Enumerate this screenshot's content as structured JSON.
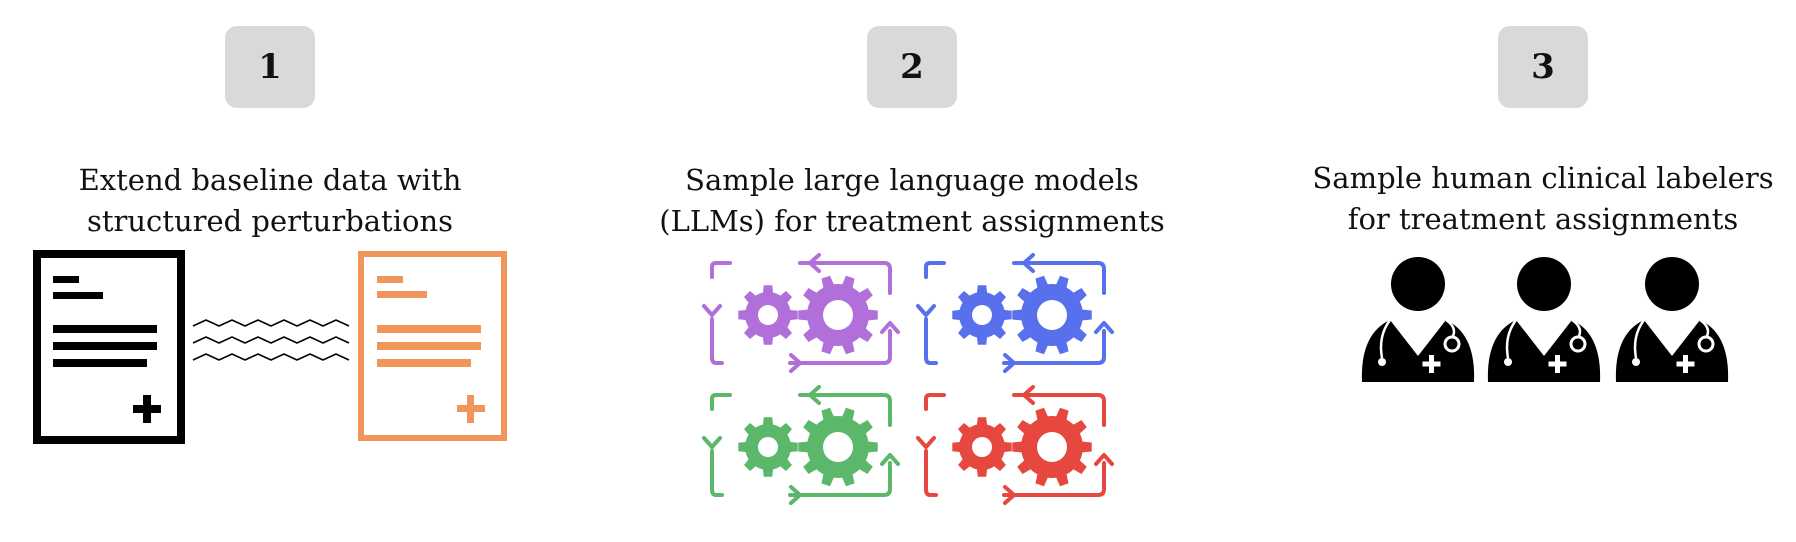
{
  "steps": [
    {
      "number": "1",
      "caption_lines": [
        "Extend baseline data with",
        "structured perturbations"
      ]
    },
    {
      "number": "2",
      "caption_lines": [
        "Sample large language models",
        "(LLMs) for treatment assignments"
      ]
    },
    {
      "number": "3",
      "caption_lines": [
        "Sample human clinical labelers",
        "for treatment assignments"
      ]
    }
  ],
  "colors": {
    "baseline_document": "#000000",
    "perturbed_document": "#f0965a",
    "gear_purple": "#b06fd9",
    "gear_blue": "#5870ec",
    "gear_green": "#5bb769",
    "gear_red": "#e6483f",
    "badge_background": "#d9d9d9",
    "clinician": "#000000"
  },
  "icons": {
    "step1": [
      "document-icon",
      "wavy-lines-icon",
      "perturbed-document-icon"
    ],
    "step2": [
      "gear-cycle-icon-purple",
      "gear-cycle-icon-blue",
      "gear-cycle-icon-green",
      "gear-cycle-icon-red"
    ],
    "step3": [
      "clinician-icon",
      "clinician-icon",
      "clinician-icon"
    ]
  }
}
